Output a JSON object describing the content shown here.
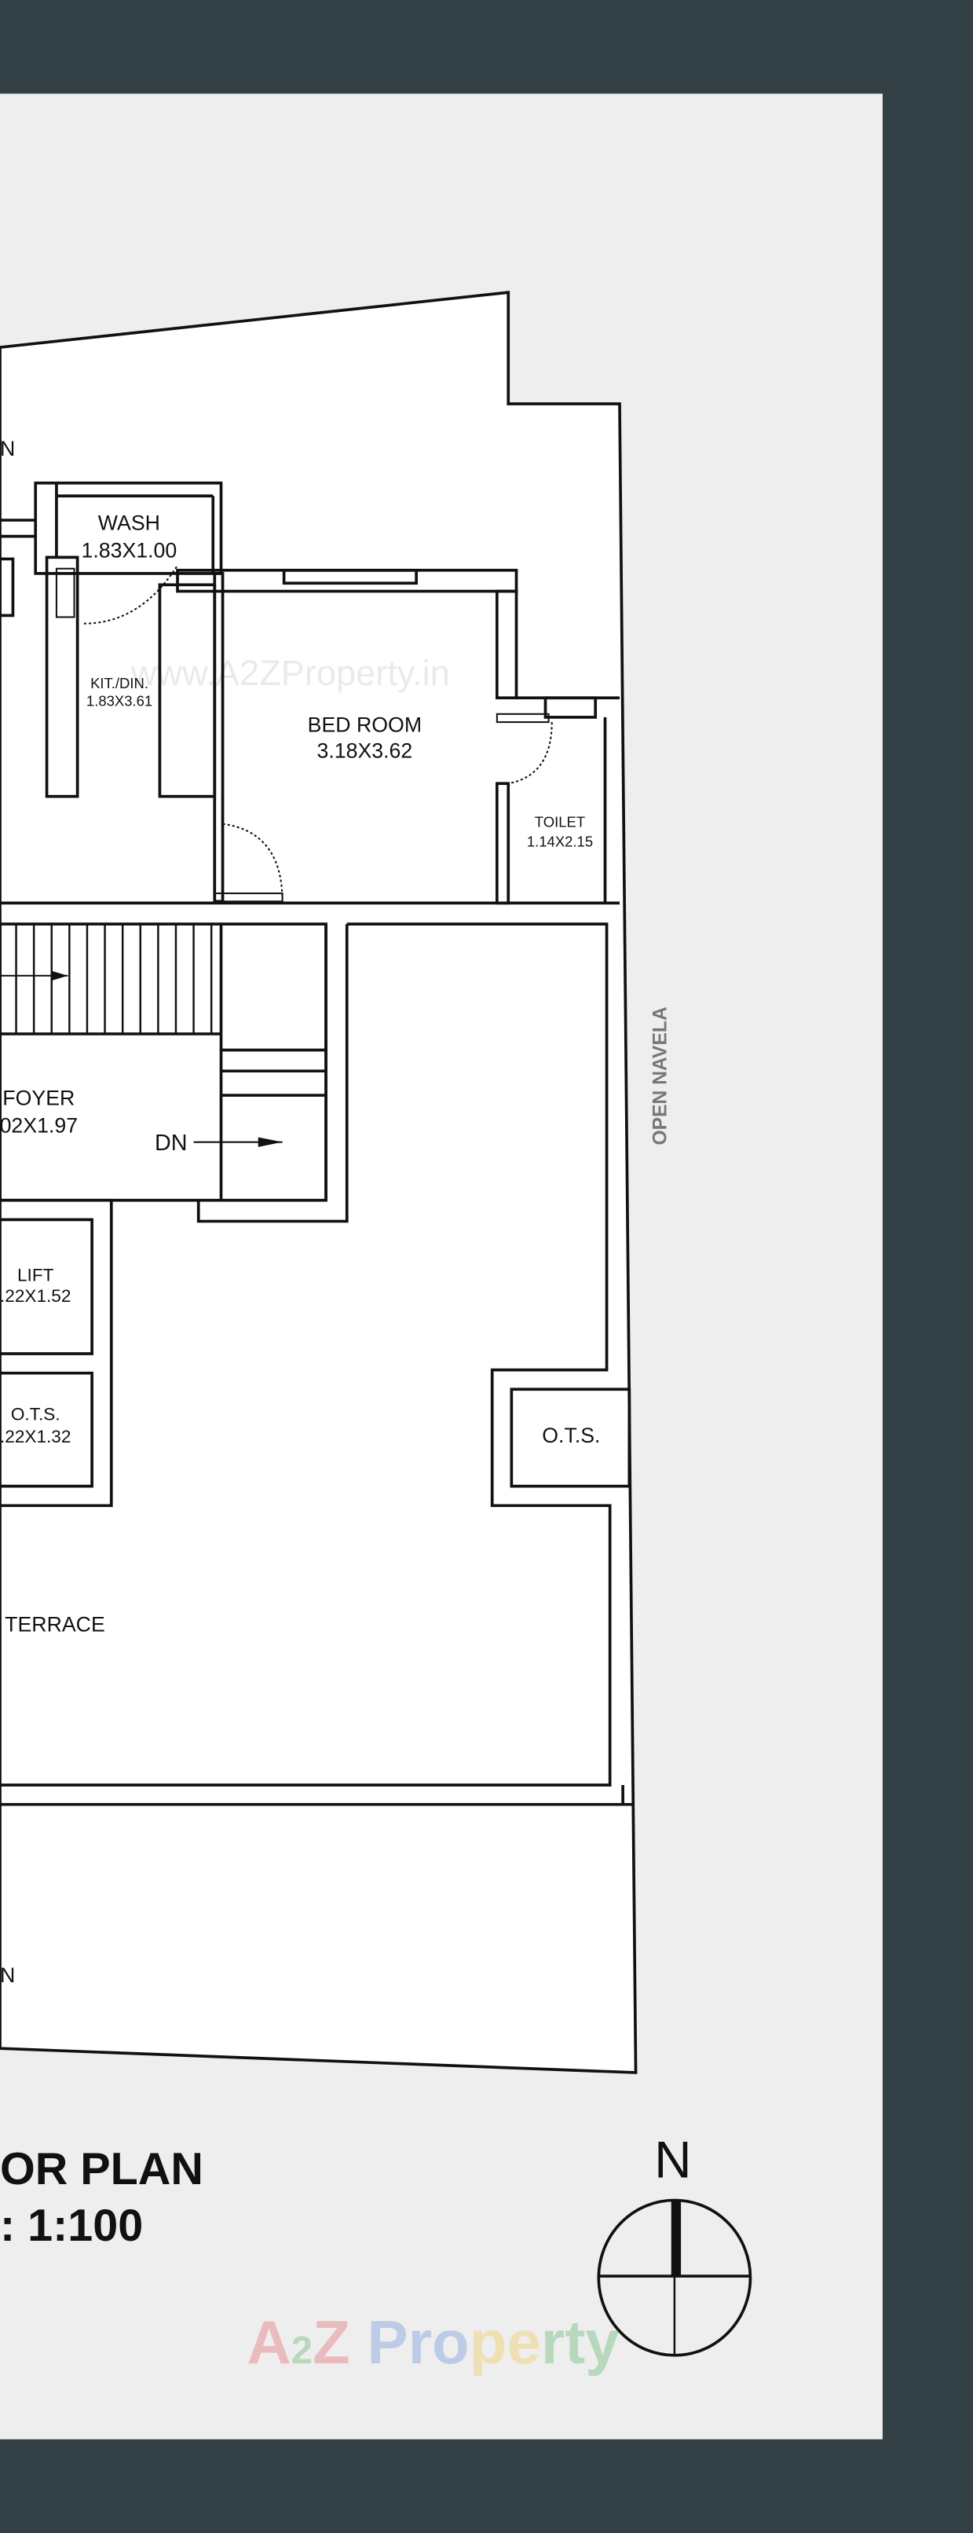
{
  "plan": {
    "rooms": {
      "wash": {
        "name": "WASH",
        "size": "1.83X1.00"
      },
      "kitchen": {
        "name": "KIT./DIN.",
        "size": "1.83X3.61"
      },
      "bedroom": {
        "name": "BED ROOM",
        "size": "3.18X3.62"
      },
      "toilet": {
        "name": "TOILET",
        "size": "1.14X2.15"
      },
      "foyer": {
        "name": "FOYER",
        "size": "02X1.97"
      },
      "lift": {
        "name": "LIFT",
        "size": ".22X1.52"
      },
      "ots_left": {
        "name": "O.T.S.",
        "size": ".22X1.32"
      },
      "ots_right": {
        "name": "O.T.S."
      },
      "terrace": {
        "name": "TERRACE"
      },
      "garden_top": {
        "name": "N"
      },
      "garden_bottom": {
        "name": "N"
      }
    },
    "stair_label": "DN",
    "open_navela": "OPEN NAVELA"
  },
  "title": {
    "line1": "OR PLAN",
    "line2": ": 1:100"
  },
  "compass": {
    "label": "N"
  },
  "watermarks": {
    "url": "www.A2ZProperty.in",
    "logo": "A2Z Property"
  },
  "colors": {
    "frame": "#323f45",
    "sheet": "#eeeeee",
    "plan": "#ffffff",
    "line": "#111111"
  }
}
